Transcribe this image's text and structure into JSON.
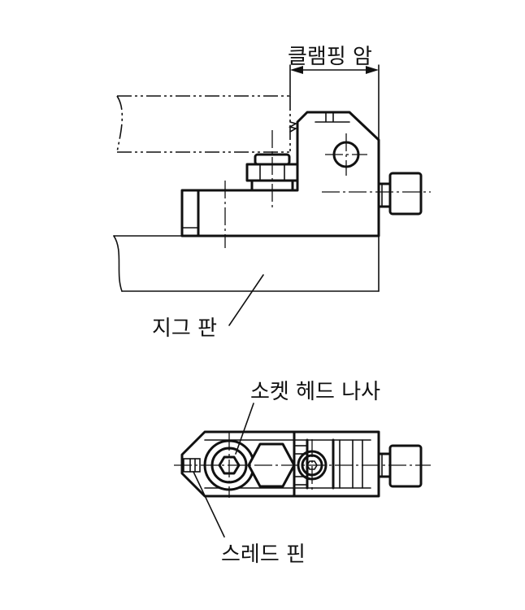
{
  "labels": {
    "clamping_arm": "클램핑 암",
    "jig_plate": "지그 판",
    "socket_head_screw": "소켓 헤드 나사",
    "threaded_pin": "스레드 핀"
  }
}
